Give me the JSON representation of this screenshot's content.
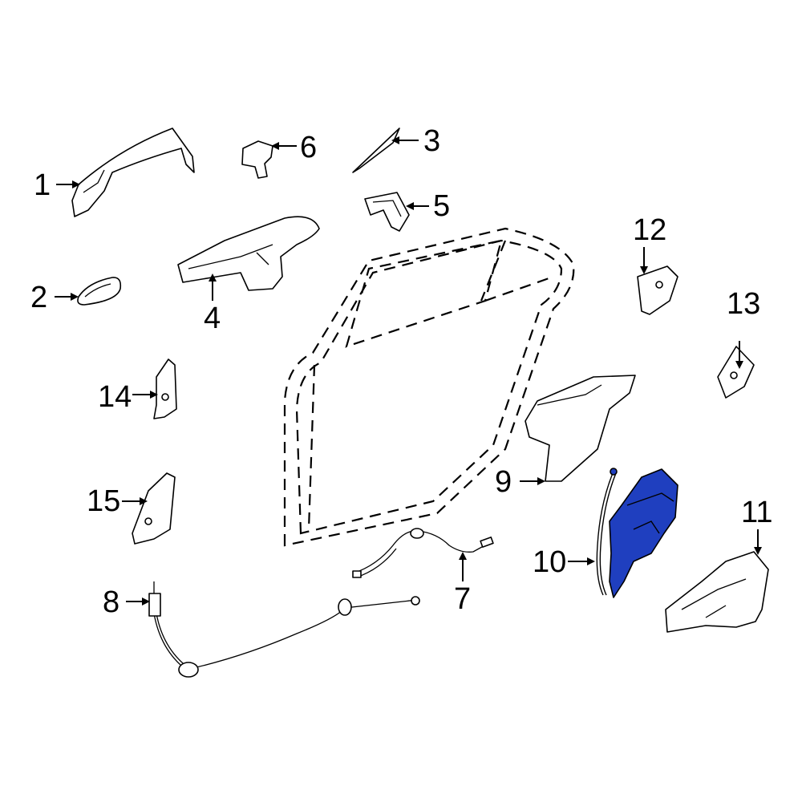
{
  "diagram": {
    "highlight_color": "#1f3fbf",
    "line_color": "#000000",
    "background": "#ffffff",
    "callouts": [
      {
        "id": "1",
        "label": "1"
      },
      {
        "id": "2",
        "label": "2"
      },
      {
        "id": "3",
        "label": "3"
      },
      {
        "id": "4",
        "label": "4"
      },
      {
        "id": "5",
        "label": "5"
      },
      {
        "id": "6",
        "label": "6"
      },
      {
        "id": "7",
        "label": "7"
      },
      {
        "id": "8",
        "label": "8"
      },
      {
        "id": "9",
        "label": "9"
      },
      {
        "id": "10",
        "label": "10"
      },
      {
        "id": "11",
        "label": "11"
      },
      {
        "id": "12",
        "label": "12"
      },
      {
        "id": "13",
        "label": "13"
      },
      {
        "id": "14",
        "label": "14"
      },
      {
        "id": "15",
        "label": "15"
      }
    ],
    "highlighted_part": "10"
  }
}
